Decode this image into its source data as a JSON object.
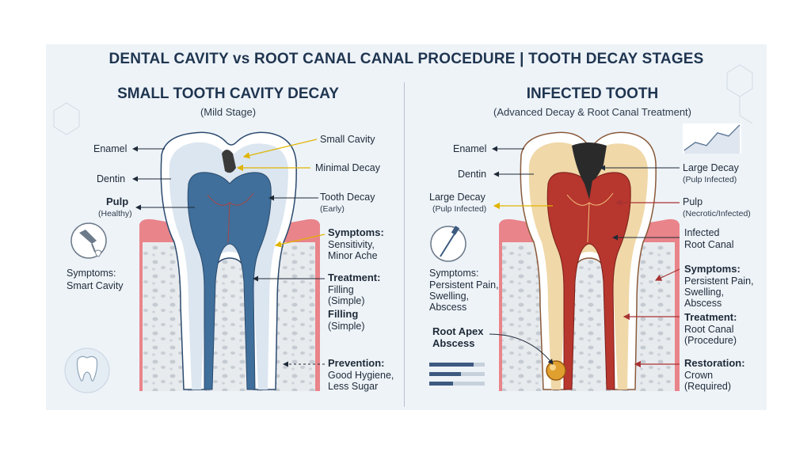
{
  "title": "DENTAL CAVITY vs ROOT CANAL CANAL PROCEDURE | TOOTH DECAY STAGES",
  "left": {
    "heading": "SMALL TOOTH CAVITY DECAY",
    "subheading": "(Mild Stage)",
    "enamel": "Enamel",
    "dentin": "Dentin",
    "pulp": "Pulp",
    "pulp_note": "(Healthy)",
    "symptoms_side_title": "Symptoms:",
    "symptoms_side_text": "Smart Cavity",
    "small_cavity": "Small Cavity",
    "minimal_decay": "Minimal Decay",
    "tooth_decay": "Tooth Decay",
    "tooth_decay_note": "(Early)",
    "symptoms_title": "Symptoms:",
    "symptoms_l1": "Sensitivity,",
    "symptoms_l2": "Minor Ache",
    "treatment_title": "Treatment:",
    "treatment_l1": "Filling",
    "treatment_l2": "(Simple)",
    "filling_title": "Filling",
    "filling_note": "(Simple)",
    "prevention_title": "Prevention:",
    "prevention_l1": "Good Hygiene,",
    "prevention_l2": "Less Sugar"
  },
  "right": {
    "heading": "INFECTED TOOTH",
    "subheading": "(Advanced Decay & Root Canal Treatment)",
    "enamel": "Enamel",
    "dentin": "Dentin",
    "large_decay_left": "Large Decay",
    "large_decay_left_note": "(Pulp Infected)",
    "symptoms_side_title": "Symptoms:",
    "symptoms_side_l1": "Persistent Pain,",
    "symptoms_side_l2": "Swelling,",
    "symptoms_side_l3": "Abscess",
    "apex_l1": "Root Apex",
    "apex_l2": "Abscess",
    "large_decay": "Large Decay",
    "large_decay_note": "(Pulp Infected)",
    "pulp": "Pulp",
    "pulp_note": "(Necrotic/Infected)",
    "infected_l1": "Infected",
    "infected_l2": "Root Canal",
    "symptoms_title": "Symptoms:",
    "symptoms_l1": "Persistent Pain,",
    "symptoms_l2": "Swelling,",
    "symptoms_l3": "Abscess",
    "treatment_title": "Treatment:",
    "treatment_l1": "Root Canal",
    "treatment_l2": "(Procedure)",
    "restoration_title": "Restoration:",
    "restoration_l1": "Crown",
    "restoration_l2": "(Required)"
  },
  "icons": [
    "dental-drill-icon",
    "tooth-icon",
    "root-canal-file-icon",
    "trend-chart-icon",
    "bar-chart-icon",
    "molecule-icon"
  ],
  "colors": {
    "heading": "#1f3550",
    "pulp_healthy": "#3f6f9a",
    "dentin_infected": "#f0d8a8",
    "decay": "#2a2a2a",
    "gum": "#e57b7b",
    "arrow_yellow": "#e0b400"
  }
}
